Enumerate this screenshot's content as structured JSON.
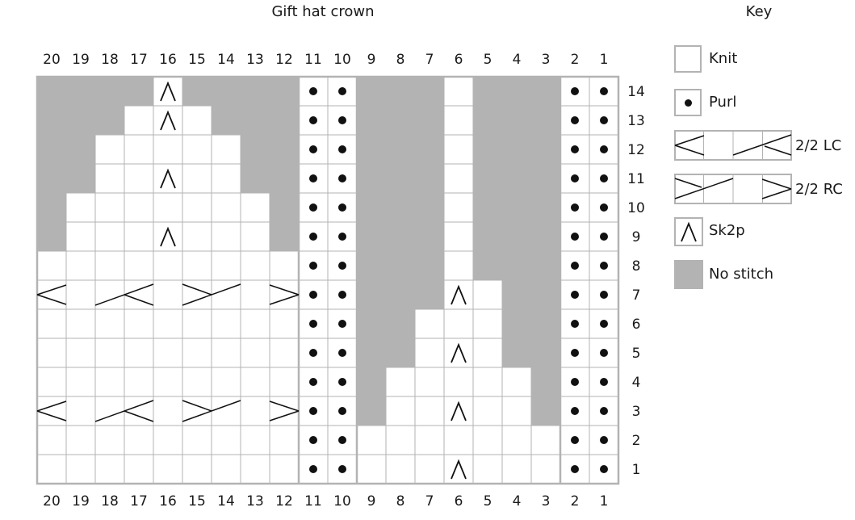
{
  "title": "Gift hat crown",
  "key_title": "Key",
  "columns": [
    20,
    19,
    18,
    17,
    16,
    15,
    14,
    13,
    12,
    11,
    10,
    9,
    8,
    7,
    6,
    5,
    4,
    3,
    2,
    1
  ],
  "rows": [
    14,
    13,
    12,
    11,
    10,
    9,
    8,
    7,
    6,
    5,
    4,
    3,
    2,
    1
  ],
  "colors": {
    "no_stitch": "#b3b3b3",
    "grid": "#b3b3b3",
    "symbol": "#111111"
  },
  "grid": [
    "NNNNANNNNPPNNNKNNNPP",
    "NNNKAKNNNPPNNNKNNNPP",
    "NNKKKKKNNPPNNNKNNNPP",
    "NNKKAKKNNPPNNNKNNNPP",
    "NKKKKKKKNPPNNNKNNNPP",
    "NKKKAKKKNPPNNNKNNNPP",
    "KKKKKKKKKPPNNNKNNNPP",
    "LLLLKRRRRPPNNNAKNNPP",
    "KKKKKKKKKPPNNKKKNNPP",
    "KKKKKKKKKPPNNKAKNNPP",
    "KKKKKKKKKPPNKKKKKNPP",
    "LLLLKRRRRPPNKKAKKNPP",
    "KKKKKKKKKPPKKKKKKKPP",
    "KKKKKKKKKPPKKKAKKKPP"
  ],
  "legend": [
    {
      "key": "knit",
      "label": "Knit"
    },
    {
      "key": "purl",
      "label": "Purl"
    },
    {
      "key": "lc",
      "label": "2/2 LC"
    },
    {
      "key": "rc",
      "label": "2/2 RC"
    },
    {
      "key": "sk2p",
      "label": "Sk2p"
    },
    {
      "key": "none",
      "label": "No stitch"
    }
  ]
}
